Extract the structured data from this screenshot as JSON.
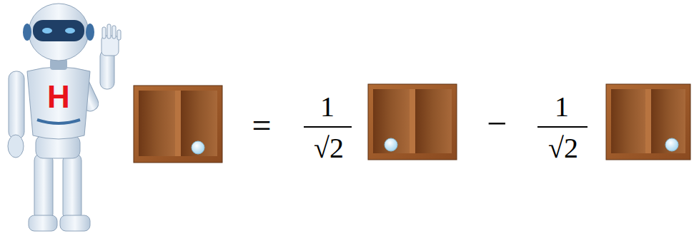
{
  "diagram": {
    "labels": [
      "H",
      "=",
      "1",
      "√2",
      "−",
      "1",
      "√2"
    ]
  }
}
